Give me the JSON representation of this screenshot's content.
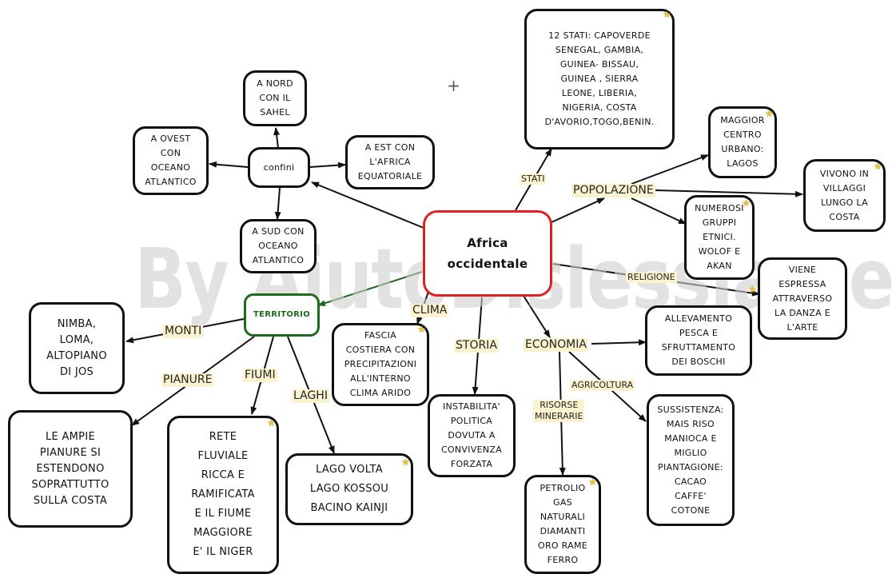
{
  "watermark": "By AiutoDislessia.net",
  "nodes": {
    "root": "Africa\noccidentale",
    "confini": "confini",
    "nord": "A  NORD\nCON  IL\nSAHEL",
    "ovest": "A  OVEST\nCON\nOCEANO\nATLANTICO",
    "est": "A  EST  CON\nL'AFRICA\nEQUATORIALE",
    "sud": "A  SUD  CON\nOCEANO\nATLANTICO",
    "stati": "12  STATI:    CAPOVERDE\nSENEGAL,    GAMBIA,\nGUINEA-     BISSAU,\nGUINEA  ,  SIERRA\nLEONE,    LIBERIA,\nNIGERIA,    COSTA\nD'AVORIO,TOGO,BENIN.",
    "urbano": "MAGGIOR\nCENTRO\nURBANO:\nLAGOS",
    "villaggi": "VIVONO   IN\nVILLAGGI\nLUNGO   LA\nCOSTA",
    "gruppi": "NUMEROSI\nGRUPPI\nETNICI.\nWOLOF  E\nAKAN",
    "danza": "VIENE\nESPRESSA\nATTRAVERSO\nLA  DANZA  E\nL'ARTE",
    "territorio": "TERRITORIO",
    "nimba": "NIMBA,\nLOMA,\nALTOPIANO\nDI   JOS",
    "pianure": "LE   AMPIE\nPIANURE   SI\nESTENDONO\nSOPRATTUTTO\nSULLA   COSTA",
    "fiume": "RETE\nFLUVIALE\nRICCA   E\nRAMIFICATA\nE  IL   FIUME\nMAGGIORE\nE'  IL   NIGER",
    "laghi": "LAGO    VOLTA\nLAGO    KOSSOU\nBACINO    KAINJI",
    "fascia": "FASCIA\nCOSTIERA   CON\nPRECIPITAZIONI\nALL'INTERNO\nCLIMA   ARIDO",
    "instab": "INSTABILITA'\nPOLITICA\nDOVUTA   A\nCONVIVENZA\nFORZATA",
    "petrolio": "PETROLIO\nGAS\nNATURALI\nDIAMANTI\nORO   RAME\nFERRO",
    "allev": "ALLEVAMENTO\nPESCA   E\nSFRUTTAMENTO\nDEI   BOSCHI",
    "sussist": "SUSSISTENZA:\nMAIS   RISO\nMANIOCA   E\nMIGLIO\nPIANTAGIONE:\nCACAO\nCAFFE'\nCOTONE"
  },
  "labels": {
    "stati": "STATI",
    "popolazione": "POPOLAZIONE",
    "religione": "RELIGIONE",
    "clima": "CLIMA",
    "storia": "STORIA",
    "economia": "ECONOMIA",
    "agricoltura": "AGRICOLTURA",
    "risorse": "RISORSE\nMINERARIE",
    "monti": "MONTI",
    "pianure": "PIANURE",
    "fiumi": "FIUMI",
    "laghi": "LAGHI"
  },
  "colors": {
    "line": "#111111",
    "territorio_line": "#1d6b1d",
    "root_border": "#e02020",
    "label_bg": "#fbf3cf",
    "star": "#e8c53a"
  },
  "icons": {
    "star": "star-icon",
    "cursor": "crosshair-cursor-icon"
  }
}
